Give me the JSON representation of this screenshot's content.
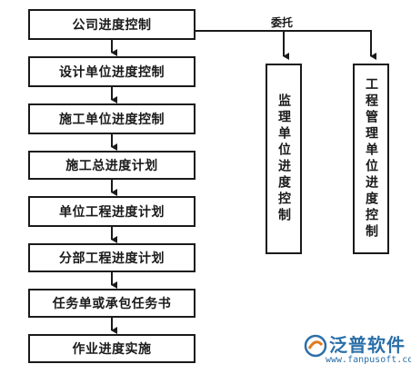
{
  "flow_steps": [
    "公司进度控制",
    "设计单位进度控制",
    "施工单位进度控制",
    "施工总进度计划",
    "单位工程进度计划",
    "分部工程进度计划",
    "任务单或承包任务书",
    "作业进度实施"
  ],
  "side_boxes": {
    "supervision": "监理单位进度控制",
    "management": "工程管理单位进度控制"
  },
  "delegate_label": "委托",
  "watermark": {
    "brand": "泛普软件",
    "url": "www.fanpusoft.com"
  }
}
